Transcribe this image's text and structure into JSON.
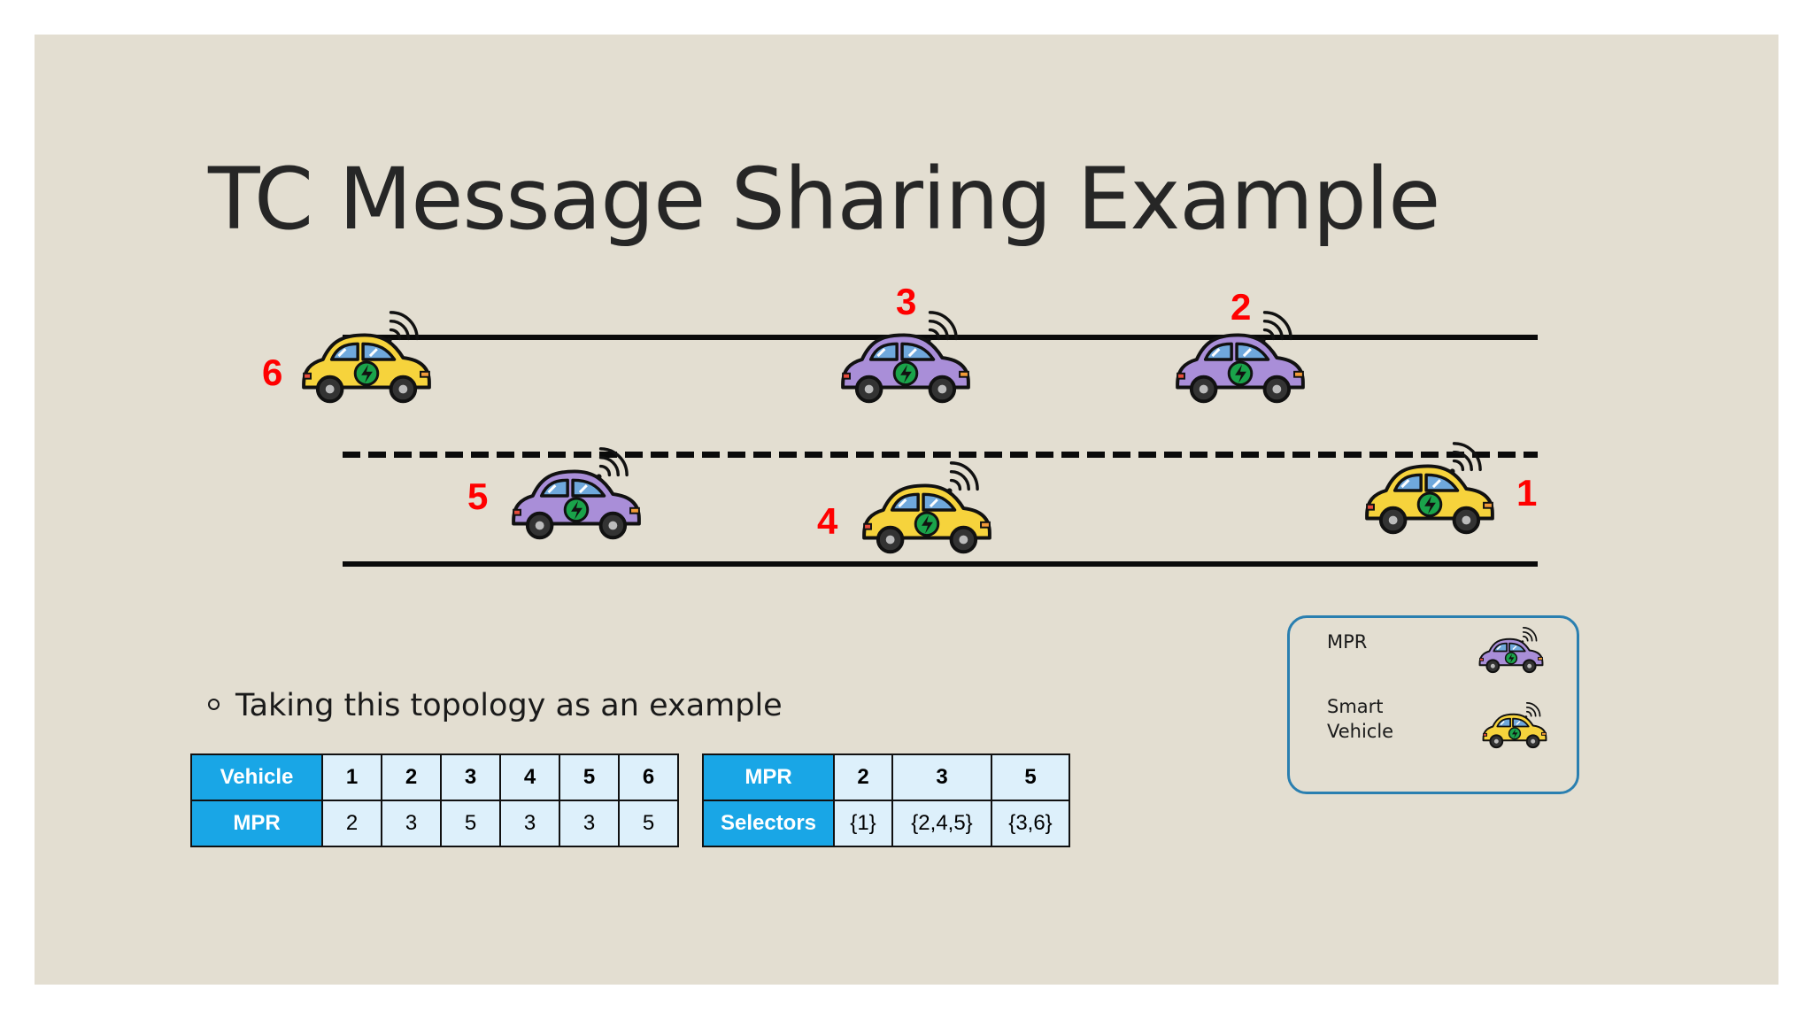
{
  "title": "TC Message Sharing Example",
  "bullet": "Taking this topology as an example",
  "colors": {
    "mpr_car": "#a98ed8",
    "smart_car": "#f6d33c",
    "node_label": "#ff0000",
    "table_header": "#19a6e6",
    "table_cell": "#ddf0fb",
    "legend_border": "#2a7fb0"
  },
  "vehicles": [
    {
      "id": "6",
      "role": "smart-vehicle"
    },
    {
      "id": "3",
      "role": "mpr"
    },
    {
      "id": "2",
      "role": "mpr"
    },
    {
      "id": "5",
      "role": "mpr"
    },
    {
      "id": "4",
      "role": "smart-vehicle"
    },
    {
      "id": "1",
      "role": "smart-vehicle"
    }
  ],
  "legend": {
    "mpr_label": "MPR",
    "smart_label_line1": "Smart",
    "smart_label_line2": "Vehicle"
  },
  "mpr_table": {
    "row_headers": [
      "Vehicle",
      "MPR"
    ],
    "vehicles": [
      "1",
      "2",
      "3",
      "4",
      "5",
      "6"
    ],
    "mprs": [
      "2",
      "3",
      "5",
      "3",
      "3",
      "5"
    ]
  },
  "selector_table": {
    "row_headers": [
      "MPR",
      "Selectors"
    ],
    "mprs": [
      "2",
      "3",
      "5"
    ],
    "selectors": [
      "{1}",
      "{2,4,5}",
      "{3,6}"
    ]
  }
}
